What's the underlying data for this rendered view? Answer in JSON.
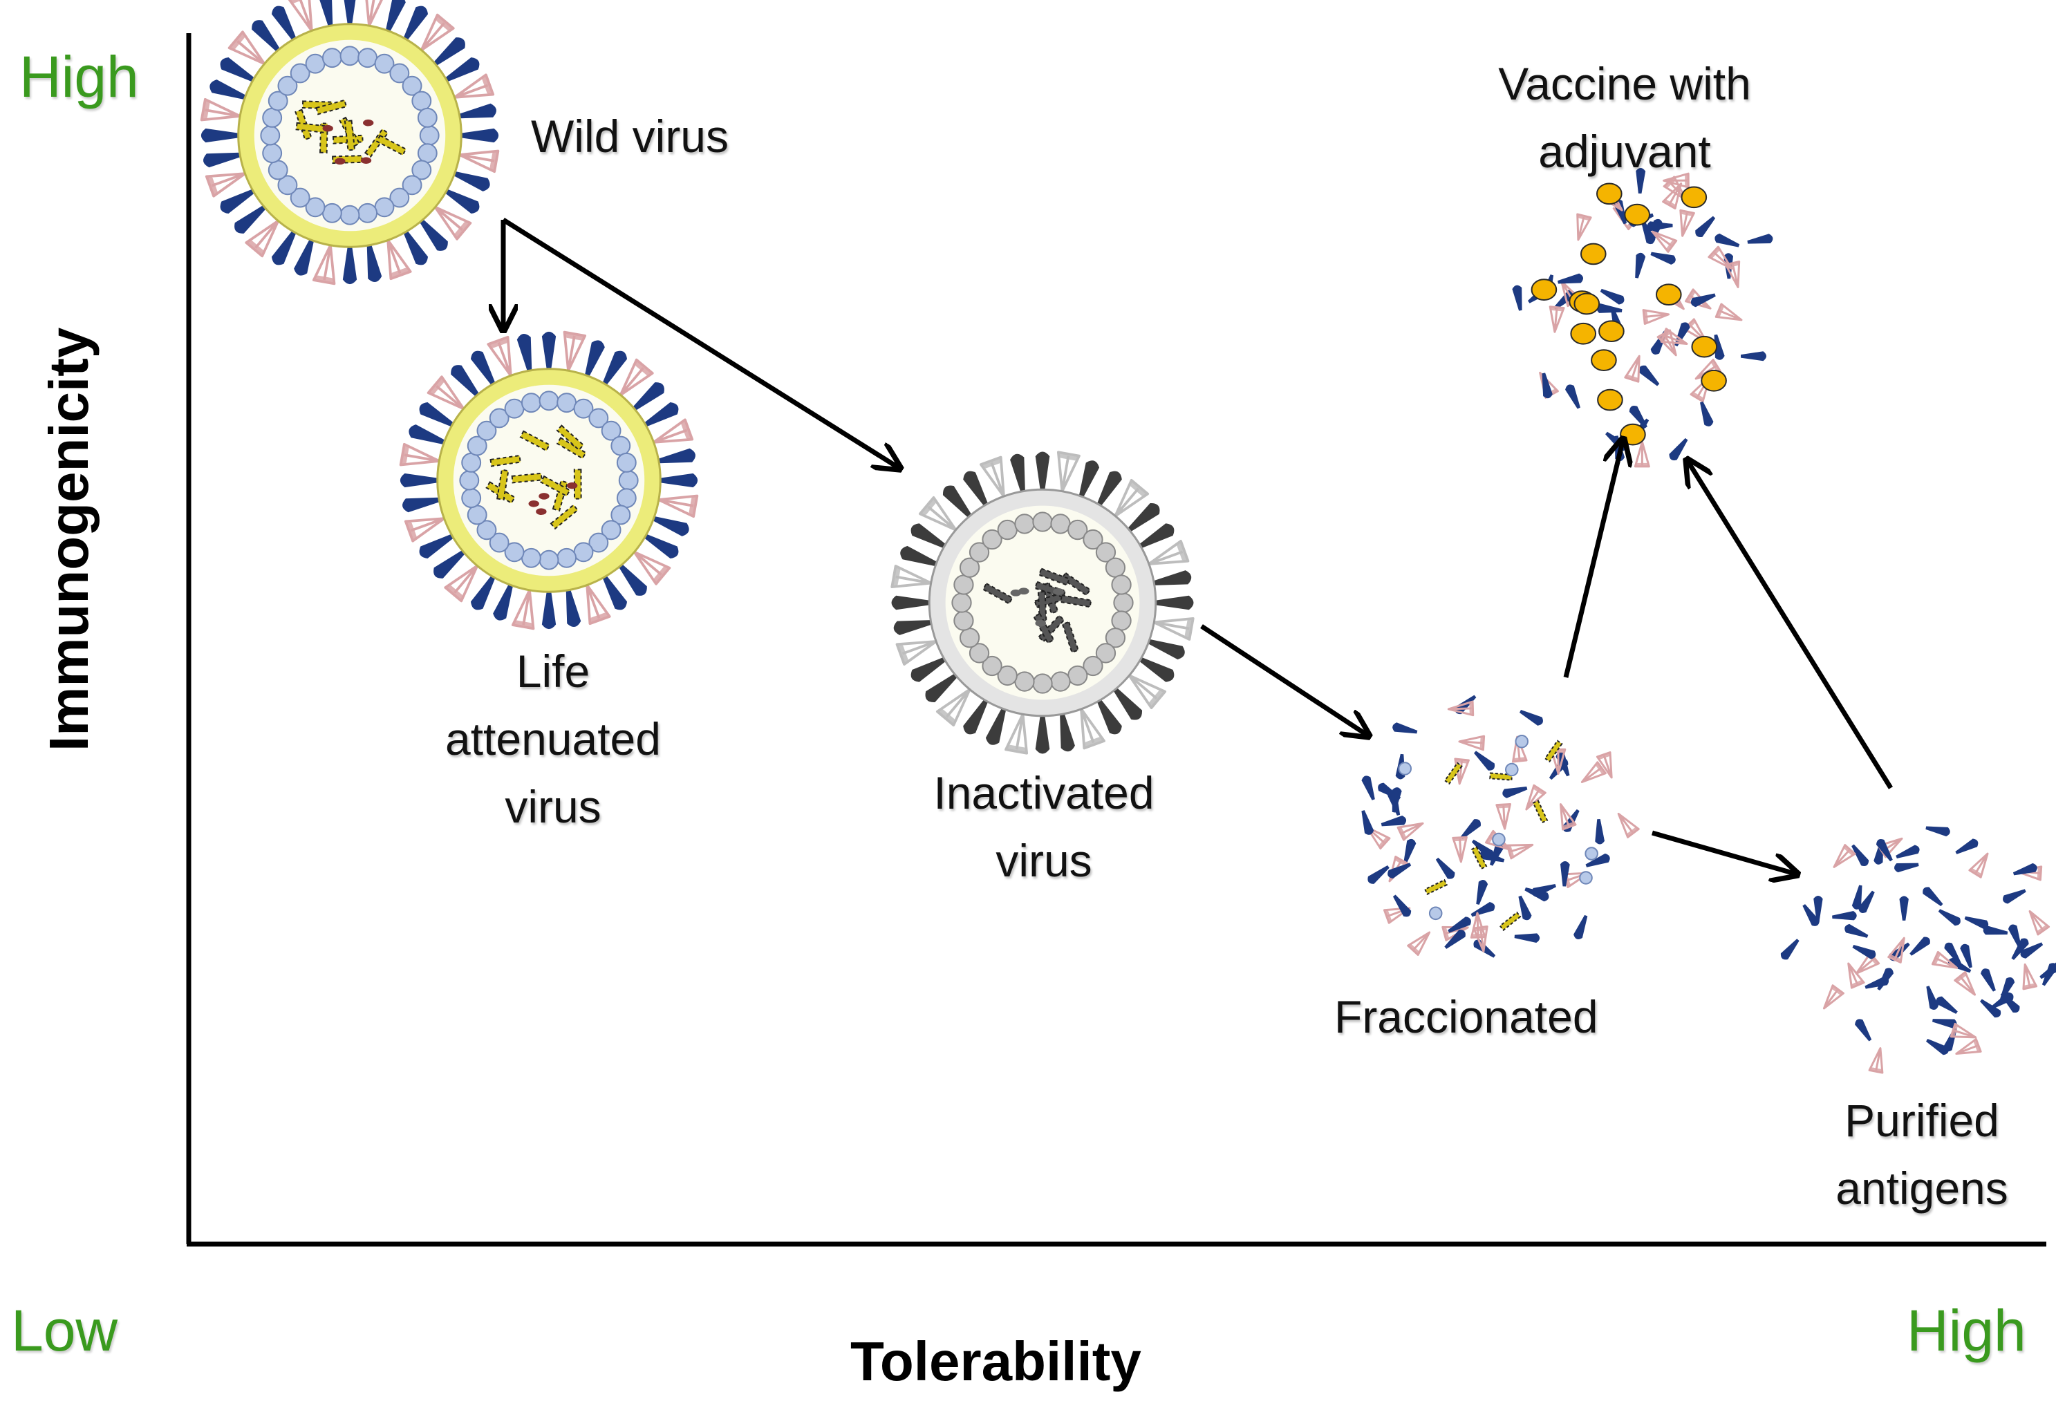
{
  "axes": {
    "x_title": "Tolerability",
    "y_title": "Immunogenicity",
    "y_high": "High",
    "x_low": "Low",
    "x_high": "High",
    "end_color": "#3a9a1e"
  },
  "stages": {
    "wild": "Wild virus",
    "attenuated": [
      "Life",
      "attenuated",
      "virus"
    ],
    "inactivated": [
      "Inactivated",
      "virus"
    ],
    "fractionated": "Fraccionated",
    "purified": [
      "Purified",
      "antigens"
    ],
    "adjuvant": [
      "Vaccine with",
      "adjuvant"
    ]
  },
  "colors": {
    "spike_blue": "#1d3a82",
    "spike_pink": "#d9a3a6",
    "envelope_yellow": "#ecec7a",
    "core_blue": "#b7c9e8",
    "rna_yellow": "#d8c51a",
    "adjuvant_orange": "#f5b400",
    "gray_dark": "#3c3c3c",
    "gray_light": "#bdbdbd"
  }
}
